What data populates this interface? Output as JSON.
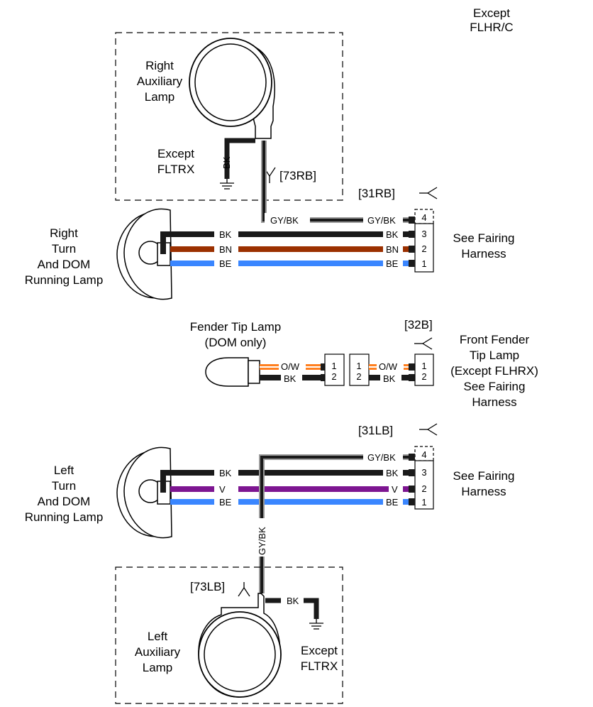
{
  "header_note": [
    "Except",
    "FLHR/C"
  ],
  "right_aux": {
    "label": [
      "Right",
      "Auxiliary",
      "Lamp"
    ],
    "except_label": [
      "Except",
      "FLTRX"
    ],
    "ground_wire": "BK",
    "connector": "[73RB]"
  },
  "right_turn": {
    "label": [
      "Right",
      "Turn",
      "And DOM",
      "Running Lamp"
    ],
    "connector": "[31RB]",
    "see_label": [
      "See Fairing",
      "Harness"
    ],
    "wires": [
      {
        "color": "GY/BK",
        "pin": "4"
      },
      {
        "color": "BK",
        "pin": "3"
      },
      {
        "color": "BN",
        "pin": "2"
      },
      {
        "color": "BE",
        "pin": "1"
      }
    ]
  },
  "fender": {
    "label": [
      "Fender Tip Lamp",
      "(DOM only)"
    ],
    "connector": "[32B]",
    "right_label": [
      "Front Fender",
      "Tip Lamp",
      "(Except FLHRX)",
      "See Fairing",
      "Harness"
    ],
    "wires": [
      {
        "color": "O/W",
        "pin": "1"
      },
      {
        "color": "BK",
        "pin": "2"
      }
    ]
  },
  "left_turn": {
    "label": [
      "Left",
      "Turn",
      "And DOM",
      "Running Lamp"
    ],
    "connector": "[31LB]",
    "see_label": [
      "See Fairing",
      "Harness"
    ],
    "vertical_wire": "GY/BK",
    "wires": [
      {
        "color": "GY/BK",
        "pin": "4"
      },
      {
        "color": "BK",
        "pin": "3"
      },
      {
        "color": "V",
        "pin": "2"
      },
      {
        "color": "BE",
        "pin": "1"
      }
    ]
  },
  "left_aux": {
    "label": [
      "Left",
      "Auxiliary",
      "Lamp"
    ],
    "except_label": [
      "Except",
      "FLTRX"
    ],
    "ground_wire": "BK",
    "connector": "[73LB]"
  },
  "colors": {
    "black": "#1a1a1a",
    "gray": "#9a9a9a",
    "brown": "#9b3000",
    "blue": "#3a86ff",
    "violet": "#7d1591",
    "orange": "#ff7f1f"
  }
}
